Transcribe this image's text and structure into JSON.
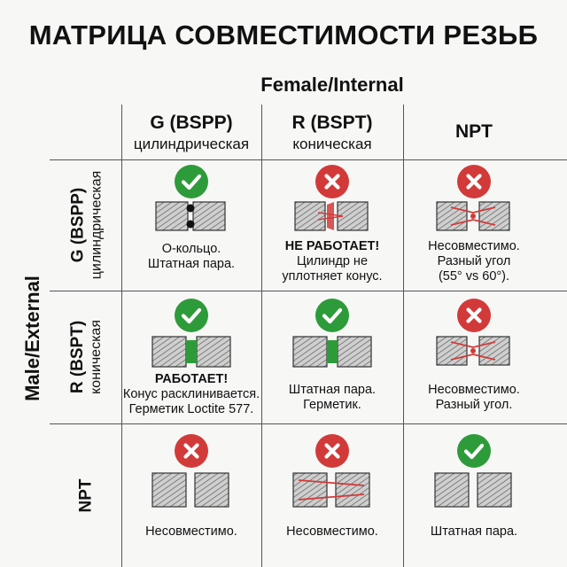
{
  "title": "МАТРИЦА СОВМЕСТИМОСТИ РЕЗЬБ",
  "axes": {
    "female": "Female/Internal",
    "male": "Male/External"
  },
  "columns": [
    {
      "name": "G (BSPP)",
      "type": "цилиндрическая"
    },
    {
      "name": "R (BSPT)",
      "type": "коническая"
    },
    {
      "name": "NPT",
      "type": ""
    }
  ],
  "rows": [
    {
      "name": "G (BSPP)",
      "type": "цилиндрическая"
    },
    {
      "name": "R (BSPT)",
      "type": "коническая"
    },
    {
      "name": "NPT",
      "type": ""
    }
  ],
  "colors": {
    "ok": "#2e9b3a",
    "bad": "#d23a3a",
    "grid": "#555555"
  },
  "cells": [
    [
      {
        "status": "ok",
        "icon": "check-icon",
        "bold": "",
        "lines": [
          "О-кольцо.",
          "Штатная пара."
        ]
      },
      {
        "status": "bad",
        "icon": "cross-icon",
        "bold": "НЕ РАБОТАЕТ!",
        "lines": [
          "Цилиндр не",
          "уплотняет конус."
        ]
      },
      {
        "status": "bad",
        "icon": "cross-icon",
        "bold": "",
        "lines": [
          "Несовместимо.",
          "Разный угол",
          "(55° vs 60°)."
        ]
      }
    ],
    [
      {
        "status": "ok",
        "icon": "check-icon",
        "bold": "РАБОТАЕТ!",
        "lines": [
          "Конус расклинивается.",
          "Герметик Loctite 577."
        ]
      },
      {
        "status": "ok",
        "icon": "check-icon",
        "bold": "",
        "lines": [
          "Штатная пара.",
          "Герметик."
        ]
      },
      {
        "status": "bad",
        "icon": "cross-icon",
        "bold": "",
        "lines": [
          "Несовместимо.",
          "Разный угол."
        ]
      }
    ],
    [
      {
        "status": "bad",
        "icon": "cross-icon",
        "bold": "",
        "lines": [
          "Несовместимо."
        ]
      },
      {
        "status": "bad",
        "icon": "cross-icon",
        "bold": "",
        "lines": [
          "Несовместимо."
        ]
      },
      {
        "status": "ok",
        "icon": "check-icon",
        "bold": "",
        "lines": [
          "Штатная пара."
        ]
      }
    ]
  ]
}
